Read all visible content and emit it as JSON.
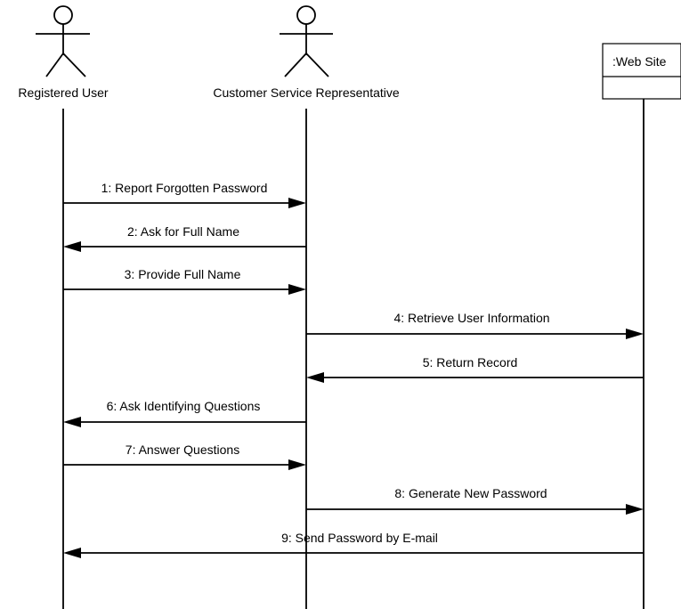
{
  "diagram": {
    "type": "uml-sequence-diagram",
    "participants": [
      {
        "id": "user",
        "kind": "actor",
        "label": "Registered User"
      },
      {
        "id": "csr",
        "kind": "actor",
        "label": "Customer Service Representative"
      },
      {
        "id": "web",
        "kind": "object",
        "label": ":Web Site"
      }
    ],
    "messages": [
      {
        "label": "1: Report Forgotten Password",
        "from": "user",
        "to": "csr"
      },
      {
        "label": "2: Ask for Full Name",
        "from": "csr",
        "to": "user"
      },
      {
        "label": "3: Provide Full Name",
        "from": "user",
        "to": "csr"
      },
      {
        "label": "4: Retrieve User Information",
        "from": "csr",
        "to": "web"
      },
      {
        "label": "5: Return Record",
        "from": "web",
        "to": "csr"
      },
      {
        "label": "6: Ask Identifying Questions",
        "from": "csr",
        "to": "user"
      },
      {
        "label": "7: Answer Questions",
        "from": "user",
        "to": "csr"
      },
      {
        "label": "8: Generate New Password",
        "from": "csr",
        "to": "web"
      },
      {
        "label": "9: Send Password by E-mail",
        "from": "web",
        "to": "user"
      }
    ]
  }
}
